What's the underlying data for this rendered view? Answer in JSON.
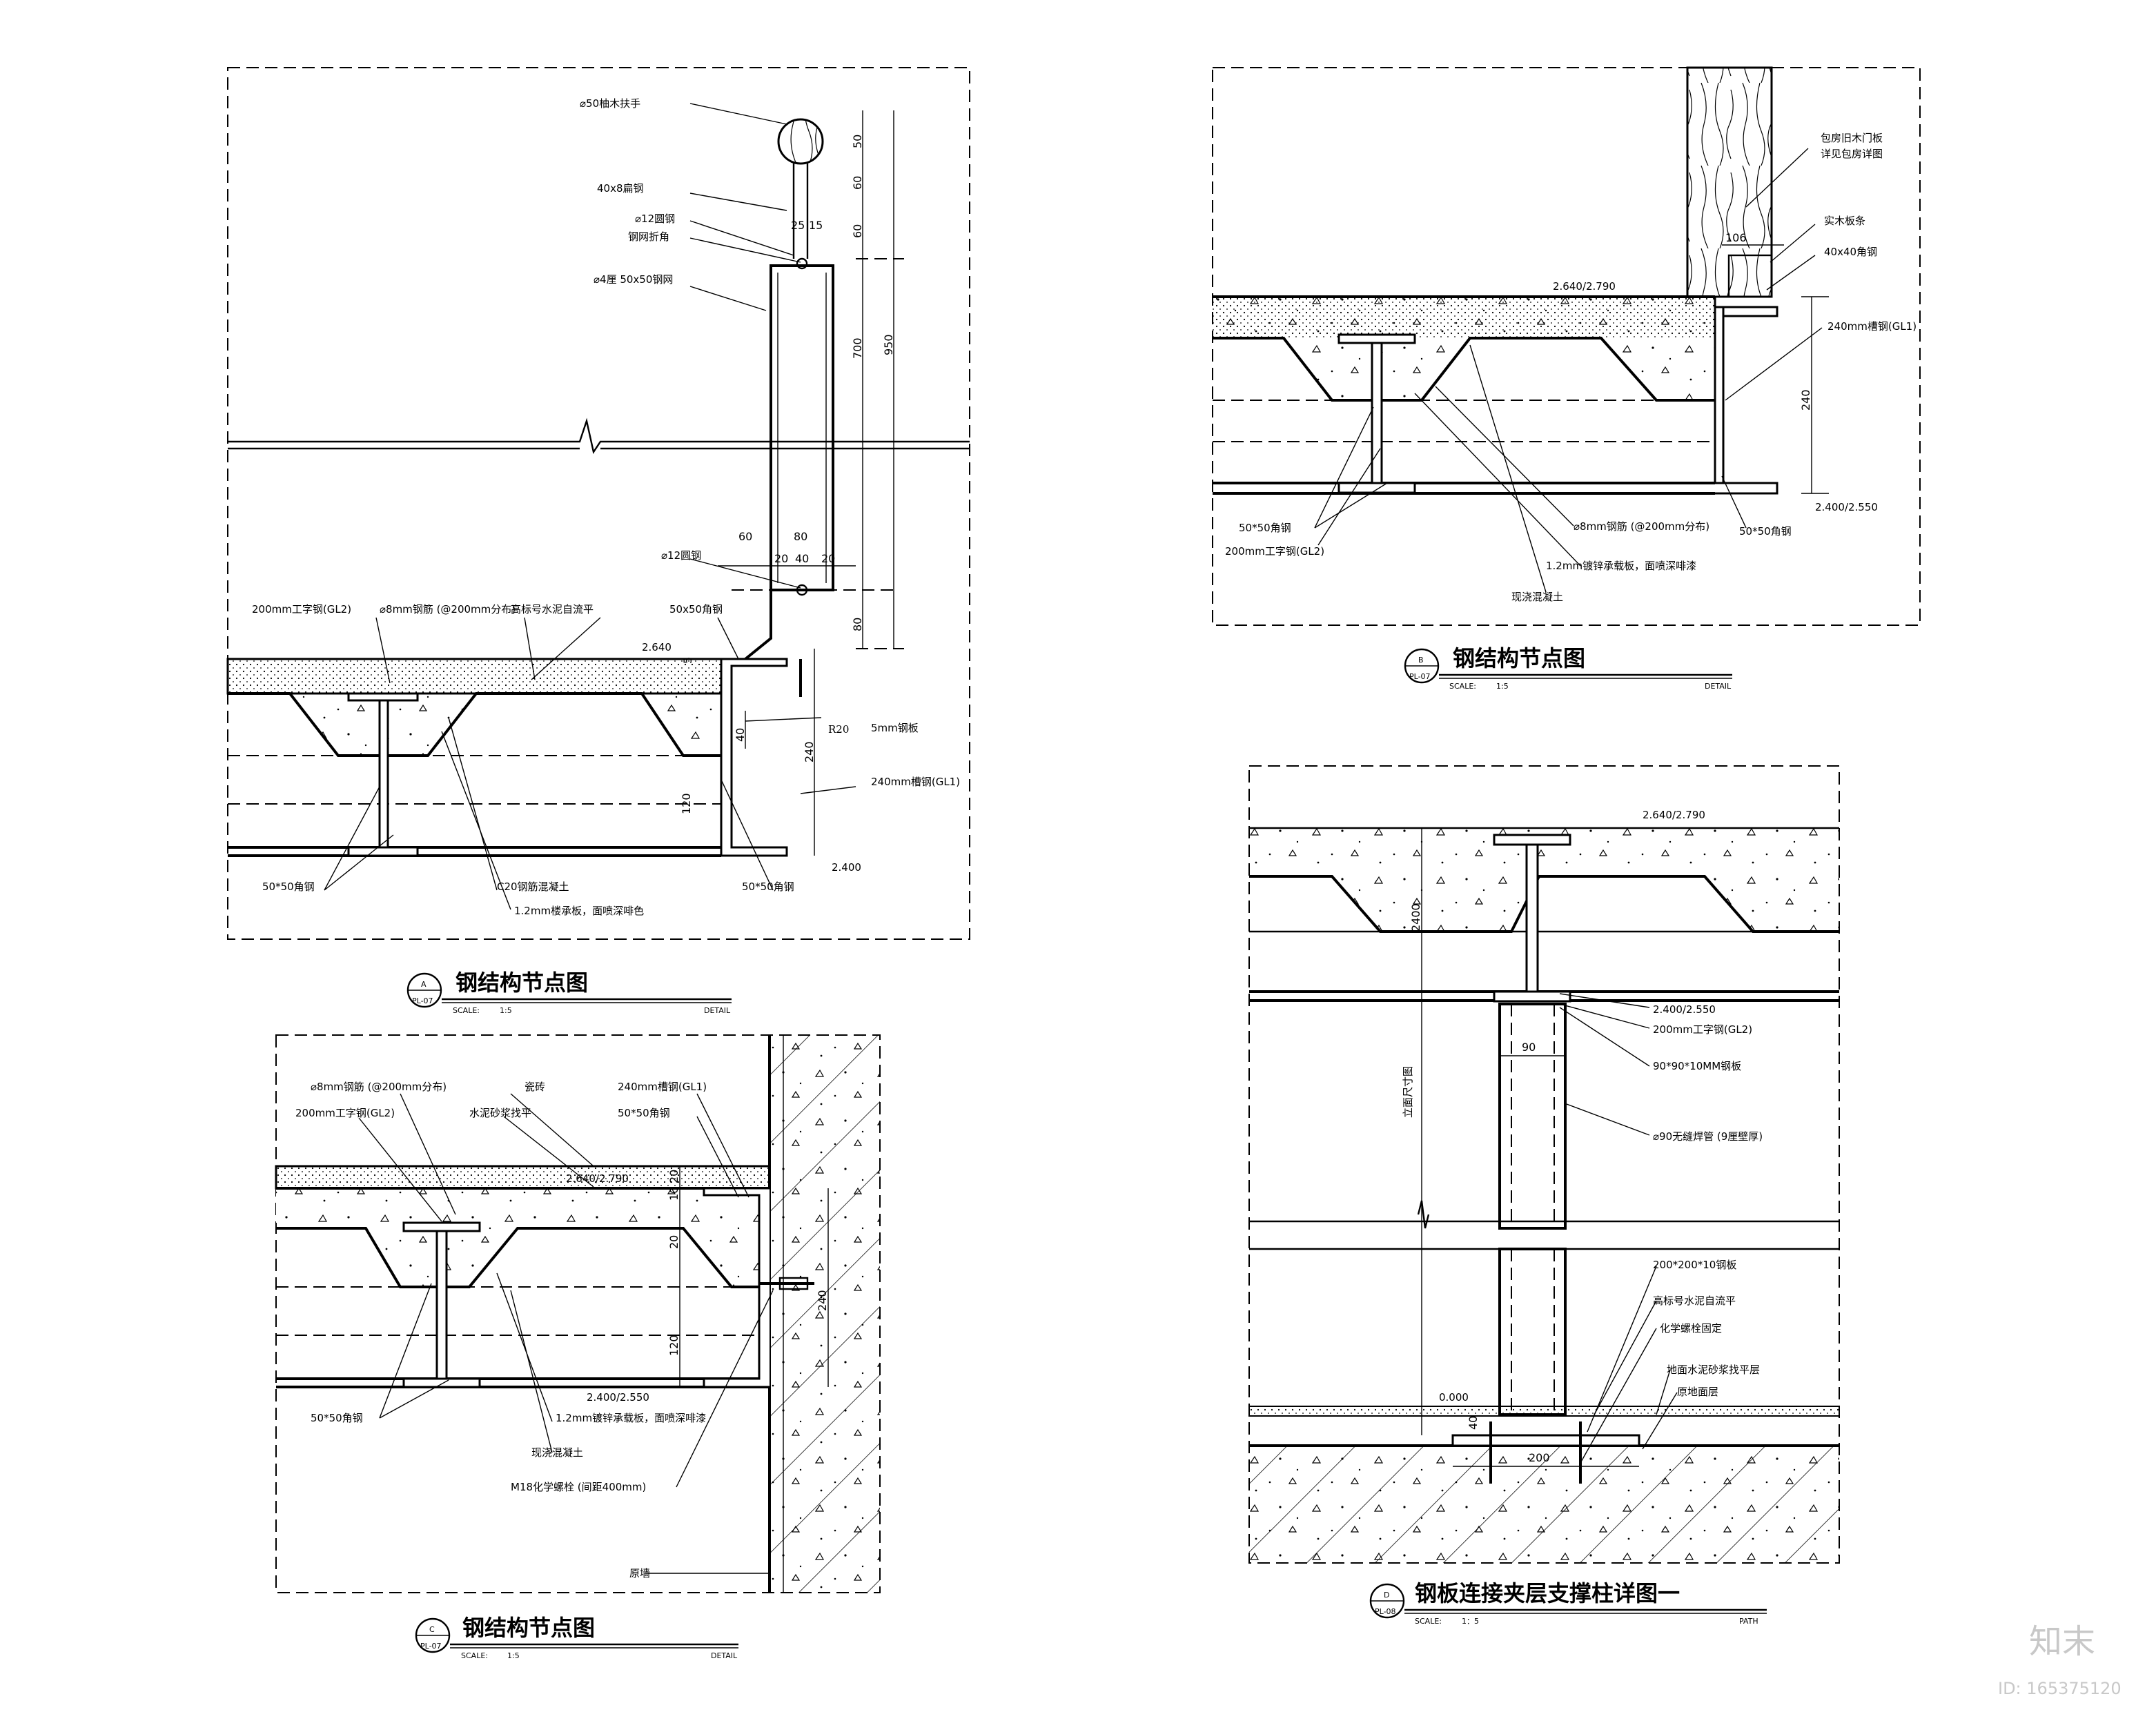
{
  "detail_a": {
    "title": "钢结构节点图",
    "mark": "A",
    "sheet": "PL-07",
    "scale_label": "SCALE:",
    "scale": "1:5",
    "type": "DETAIL",
    "labels": {
      "handrail": "⌀50柚木扶手",
      "flat_steel": "40x8扁钢",
      "round_steel": "⌀12圆钢",
      "mesh_bend": "钢网折角",
      "mesh": "⌀4厘 50x50钢网",
      "round_steel2": "⌀12圆钢",
      "ibeam": "200mm工字钢(GL2)",
      "rebar": "⌀8mm钢筋 (@200mm分布)",
      "leveling": "高标号水泥自流平",
      "angle_top": "50x50角钢",
      "plate": "5mm钢板",
      "channel": "240mm槽钢(GL1)",
      "angle_l": "50*50角钢",
      "angle_r": "50*50角钢",
      "concrete": "C20钢筋混凝土",
      "deck": "1.2mm楼承板，面喷深啡色",
      "r20": "R20",
      "lvl_top": "2.640",
      "lvl_bot": "2.400"
    },
    "dims": [
      "50",
      "60",
      "60",
      "700",
      "950",
      "25",
      "15",
      "60",
      "80",
      "20",
      "40",
      "20",
      "80",
      "40",
      "240",
      "120",
      "5"
    ]
  },
  "detail_b": {
    "title": "钢结构节点图",
    "mark": "B",
    "sheet": "PL-07",
    "scale_label": "SCALE:",
    "scale": "1:5",
    "type": "DETAIL",
    "labels": {
      "door": "包房旧木门板",
      "door2": "详见包房详图",
      "strip": "实木板条",
      "angle_top": "40x40角钢",
      "channel": "240mm槽钢(GL1)",
      "angle_l": "50*50角钢",
      "ibeam": "200mm工字钢(GL2)",
      "rebar": "⌀8mm钢筋 (@200mm分布)",
      "deck": "1.2mm镀锌承载板，面喷深啡漆",
      "concrete": "现浇混凝土",
      "angle_r": "50*50角钢",
      "lvl_top": "2.640/2.790",
      "lvl_bot": "2.400/2.550"
    },
    "dims": [
      "106",
      "240"
    ]
  },
  "detail_c": {
    "title": "钢结构节点图",
    "mark": "C",
    "sheet": "PL-07",
    "scale_label": "SCALE:",
    "scale": "1:5",
    "type": "DETAIL",
    "labels": {
      "rebar": "⌀8mm钢筋 (@200mm分布)",
      "tile": "瓷砖",
      "channel": "240mm槽钢(GL1)",
      "ibeam": "200mm工字钢(GL2)",
      "mortar": "水泥砂浆找平",
      "angle_top": "50*50角钢",
      "angle_l": "50*50角钢",
      "deck": "1.2mm镀锌承载板，面喷深啡漆",
      "concrete": "现浇混凝土",
      "bolt": "M18化学螺栓 (间距400mm)",
      "wall": "原墙",
      "lvl_top": "2.640/2.790",
      "lvl_bot": "2.400/2.550"
    },
    "dims": [
      "20",
      "10",
      "20",
      "240",
      "120"
    ]
  },
  "detail_d": {
    "title": "钢板连接夹层支撑柱详图一",
    "mark": "D",
    "sheet": "PL-08",
    "scale_label": "SCALE:",
    "scale": "1：5",
    "type": "PATH",
    "labels": {
      "lvl_top": "2.640/2.790",
      "lvl_mid": "2.400/2.550",
      "ibeam": "200mm工字钢(GL2)",
      "plate": "90*90*10MM钢板",
      "pipe": "⌀90无缝焊管 (9厘壁厚)",
      "elev": "立面尺寸图",
      "base_plate": "200*200*10钢板",
      "leveling": "高标号水泥自流平",
      "bolt": "化学螺栓固定",
      "mortar": "地面水泥砂浆找平层",
      "orig": "原地面层",
      "lvl_zero": "0.000"
    },
    "dims": [
      "2400",
      "90",
      "40",
      "200"
    ]
  },
  "watermark": {
    "brand": "知末",
    "id": "ID: 165375120"
  }
}
